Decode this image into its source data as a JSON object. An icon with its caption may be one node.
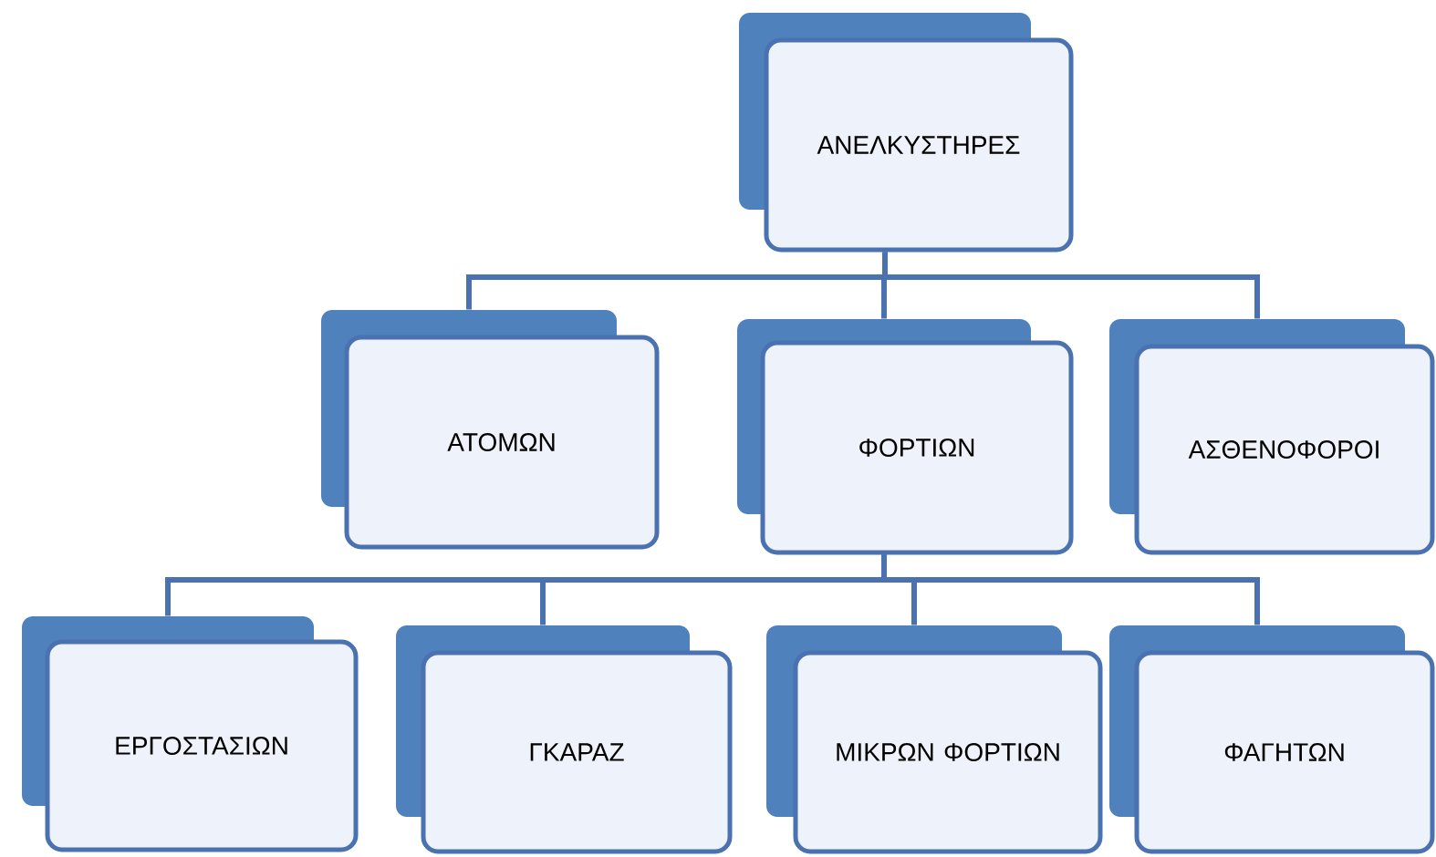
{
  "diagram": {
    "nodes": [
      {
        "text": [
          "ΑΝΕΛΚΥΣΤΗΡΕΣ"
        ]
      },
      {
        "text": [
          "ΑΤΟΜΩΝ"
        ]
      },
      {
        "text": [
          "ΦΟΡΤΙΩΝ"
        ]
      },
      {
        "text": [
          "ΑΣΘΕΝΟΦΟΡΟΙ"
        ]
      },
      {
        "text": [
          "ΕΡΓΟΣΤΑΣΙΩΝ"
        ]
      },
      {
        "text": [
          "ΓΚΑΡΑΖ"
        ]
      },
      {
        "text": [
          "ΜΙΚΡΩΝ ΦΟΡΤΙΩΝ"
        ]
      },
      {
        "text": [
          "ΦΑΓΗΤΩΝ"
        ]
      }
    ],
    "edges": [
      {
        "from": 0,
        "to": 1,
        "arrow": "none"
      },
      {
        "from": 0,
        "to": 2,
        "arrow": "none"
      },
      {
        "from": 0,
        "to": 3,
        "arrow": "none"
      },
      {
        "from": 2,
        "to": 4,
        "arrow": "none"
      },
      {
        "from": 2,
        "to": 5,
        "arrow": "none"
      },
      {
        "from": 2,
        "to": 6,
        "arrow": "none"
      },
      {
        "from": 2,
        "to": 7,
        "arrow": "none"
      }
    ]
  }
}
